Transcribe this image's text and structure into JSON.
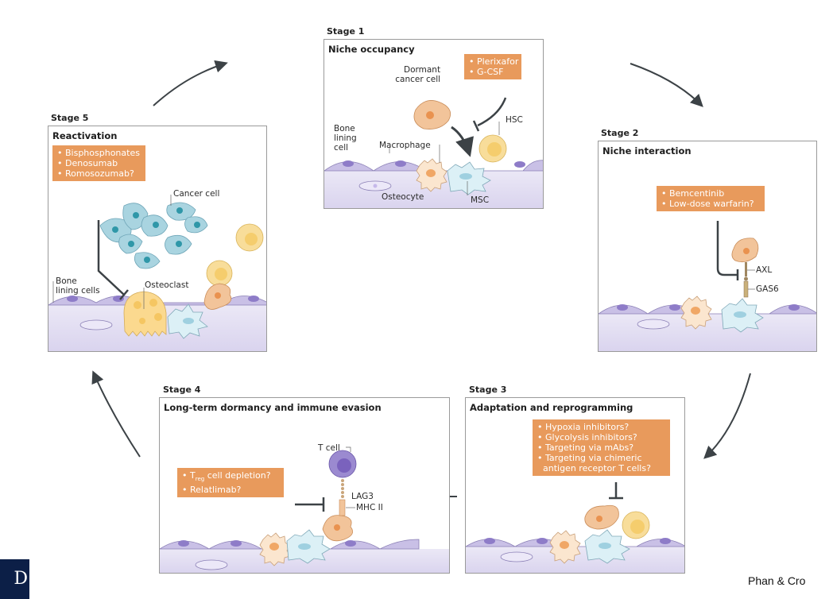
{
  "figure": {
    "stages": [
      {
        "id": "stage1",
        "stage_label": "Stage 1",
        "title": "Niche occupancy",
        "drugs": [
          "• Plerixafor",
          "• G-CSF"
        ],
        "labels": {
          "dormant_cancer_cell": [
            "Dormant",
            "cancer cell"
          ],
          "bone_lining_cell": [
            "Bone",
            "lining",
            "cell"
          ],
          "macrophage": "Macrophage",
          "hsc": "HSC",
          "msc": "MSC",
          "osteocyte": "Osteocyte"
        }
      },
      {
        "id": "stage2",
        "stage_label": "Stage 2",
        "title": "Niche interaction",
        "drugs": [
          "• Bemcentinib",
          "• Low-dose warfarin?"
        ],
        "labels": {
          "axl": "AXL",
          "gas6": "GAS6"
        }
      },
      {
        "id": "stage3",
        "stage_label": "Stage 3",
        "title": "Adaptation and reprogramming",
        "drugs": [
          "• Hypoxia inhibitors?",
          "• Glycolysis inhibitors?",
          "• Targeting via mAbs?",
          "• Targeting via chimeric",
          "  antigen receptor T cells?"
        ]
      },
      {
        "id": "stage4",
        "stage_label": "Stage 4",
        "title": "Long-term dormancy and immune evasion",
        "drugs": [
          "• T",
          "reg",
          " cell depletion?",
          "• Relatlimab?"
        ],
        "labels": {
          "t_cell": "T cell",
          "lag3": "LAG3",
          "mhc2": "MHC II"
        }
      },
      {
        "id": "stage5",
        "stage_label": "Stage 5",
        "title": "Reactivation",
        "drugs": [
          "• Bisphosphonates",
          "• Denosumab",
          "• Romosozumab?"
        ],
        "labels": {
          "cancer_cell": "Cancer cell",
          "bone_lining_cells": [
            "Bone",
            "lining cells"
          ],
          "osteoclast": "Osteoclast"
        }
      }
    ],
    "cycle_direction": "clockwise",
    "colors": {
      "drug_box": "#e89a5c",
      "bone": "#e4e0f2",
      "lining_cell": "#c7bde3",
      "nucleus_purple": "#8e7cc8",
      "cancer_orange": "#f2c49a",
      "msc_blue": "#d5ecf2",
      "hsc_yellow": "#f8dd9a",
      "cancer_cluster_teal": "#a9d4e0",
      "t_cell_purple": "#9b8ad0",
      "arrow": "#3c4246"
    }
  },
  "footer": {
    "logo_letter": "D",
    "credit": "Phan & Cro"
  }
}
